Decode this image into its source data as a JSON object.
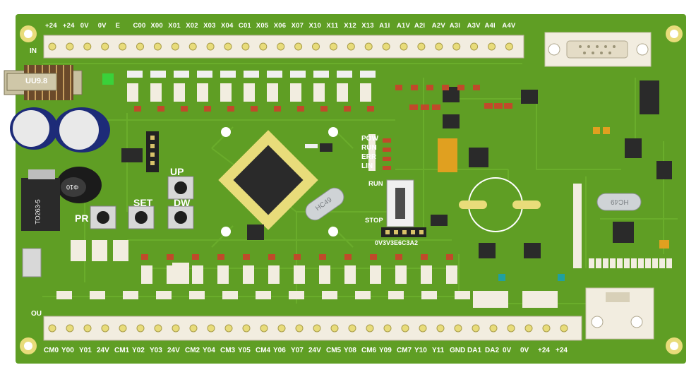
{
  "board": {
    "colors": {
      "pcb": "#5f9e24",
      "pcb_dark": "#4f8a1c",
      "trace": "#6fb22e",
      "pad": "#e8dc7a",
      "terminal": "#f2ede0",
      "silk": "#ffffff",
      "chip": "#2a2a2a"
    },
    "top_terminal_labels": [
      "+24",
      "+24",
      "0V",
      "0V",
      "E",
      "C00",
      "X00",
      "X01",
      "X02",
      "X03",
      "X04",
      "C01",
      "X05",
      "X06",
      "X07",
      "X10",
      "X11",
      "X12",
      "X13",
      "A1I",
      "A1V",
      "A2I",
      "A2V",
      "A3I",
      "A3V",
      "A4I",
      "A4V"
    ],
    "bottom_terminal_labels": [
      "CM0",
      "Y00",
      "Y01",
      "24V",
      "CM1",
      "Y02",
      "Y03",
      "24V",
      "CM2",
      "Y04",
      "CM3",
      "Y05",
      "CM4",
      "Y06",
      "Y07",
      "24V",
      "CM5",
      "Y08",
      "CM6",
      "Y09",
      "CM7",
      "Y10",
      "Y11",
      "GND",
      "DA1",
      "DA2",
      "0V",
      "0V",
      "+24",
      "+24"
    ],
    "in_label": "IN",
    "out_label": "OU",
    "buttons": {
      "up": "UP",
      "set": "SET",
      "dw": "DW",
      "pr": "PR"
    },
    "status_leds": [
      "POW",
      "RUN",
      "ERR",
      "LIN"
    ],
    "run_label": "RUN",
    "stop_label": "STOP",
    "bottom_header_label": "0V3V3E6C3A2",
    "inductor_label": "UU9.8",
    "regulator_label": "TO263-5",
    "dc_jack_label": "Φ10",
    "crystal_left_label": "HC49",
    "crystal_right_label": "HC49"
  }
}
